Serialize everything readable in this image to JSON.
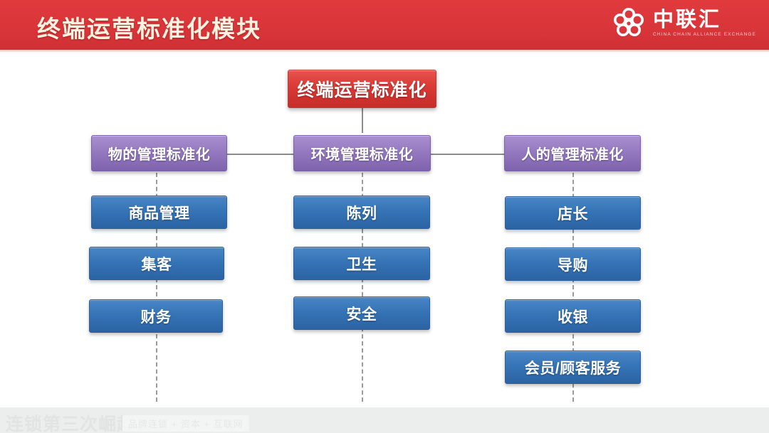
{
  "header": {
    "title": "终端运营标准化模块",
    "background_color": "#d9363a",
    "title_color": "#fdf2e0",
    "logo": {
      "icon_name": "chain-alliance-flower-logo",
      "chinese_name": "中联汇",
      "english_name": "CHINA CHAIN ALLIANCE EXCHANGE"
    }
  },
  "diagram": {
    "type": "org-tree",
    "root": {
      "label": "终端运营标准化",
      "color": "#d93a35"
    },
    "categories": [
      {
        "label": "物的管理标准化",
        "color": "#9478bf",
        "items": [
          {
            "label": "商品管理"
          },
          {
            "label": "集客"
          },
          {
            "label": "财务"
          }
        ]
      },
      {
        "label": "环境管理标准化",
        "color": "#9478bf",
        "items": [
          {
            "label": "陈列"
          },
          {
            "label": "卫生"
          },
          {
            "label": "安全"
          }
        ]
      },
      {
        "label": "人的管理标准化",
        "color": "#9478bf",
        "items": [
          {
            "label": "店长"
          },
          {
            "label": "导购"
          },
          {
            "label": "收银"
          },
          {
            "label": "会员/顾客服务"
          }
        ]
      }
    ],
    "leaf_color": "#3574b6",
    "connector_color": "#8c8c8c"
  },
  "footer": {
    "main_text": "连锁第三次崛起",
    "sub_text": "品牌连锁 + 资本 + 互联网"
  }
}
